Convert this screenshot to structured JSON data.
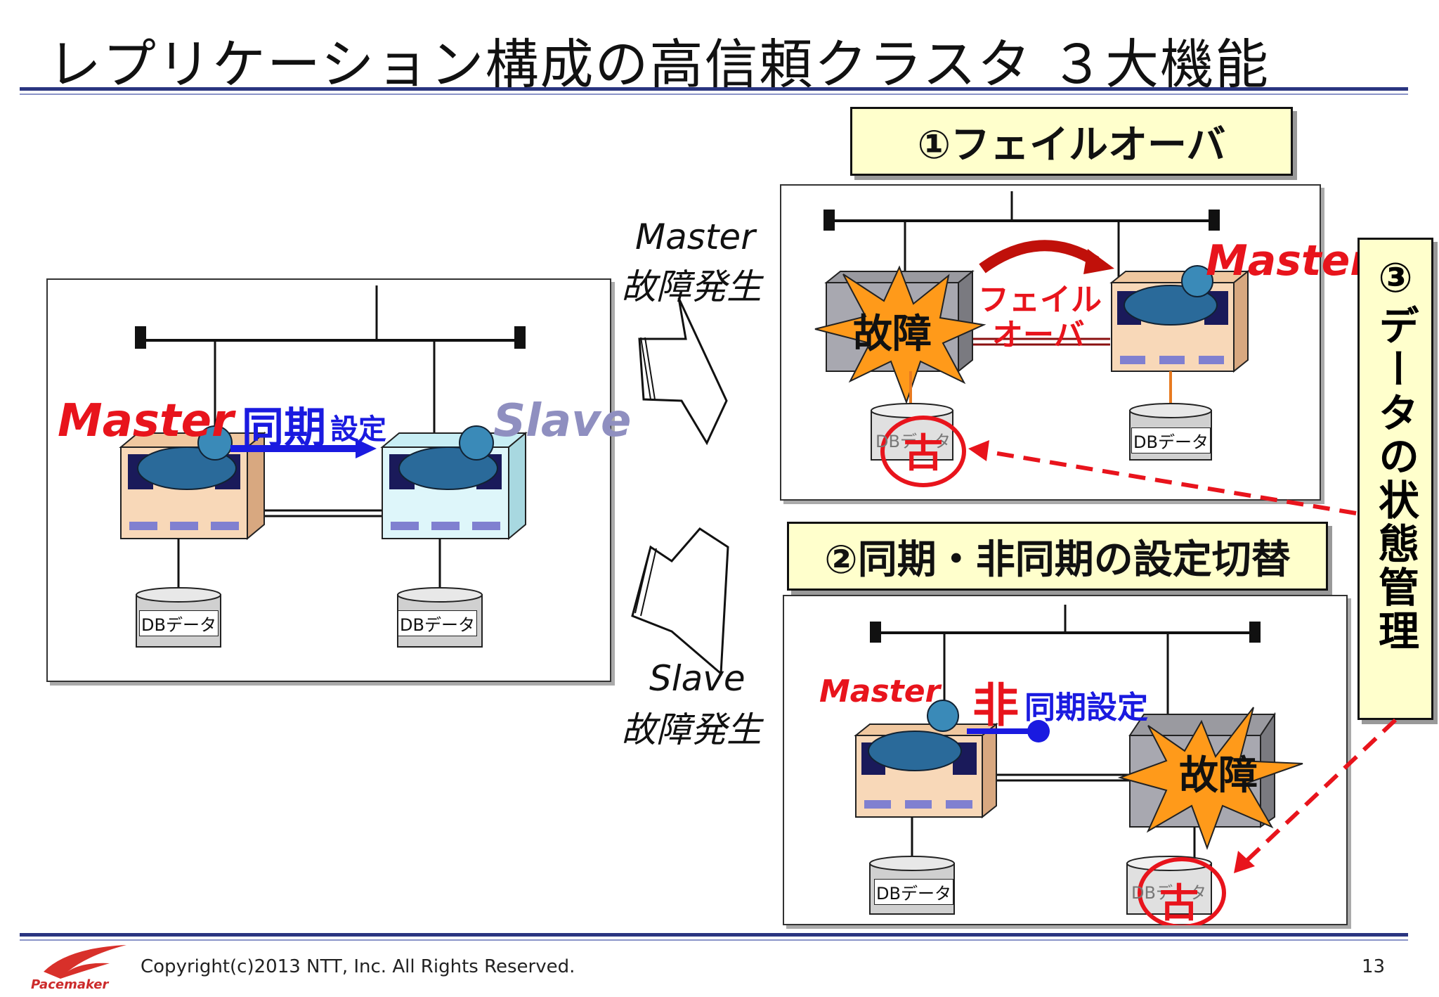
{
  "title": "レプリケーション構成の高信頼クラスタ ３大機能",
  "footer": {
    "copyright": "Copyright(c)2013 NTT, Inc. All Rights Reserved.",
    "page": "13",
    "logo": "Pacemaker"
  },
  "left_panel": {
    "master_label": "Master",
    "slave_label": "Slave",
    "sync_big": "同期",
    "sync_small": "設定",
    "db_label": "DBデータ"
  },
  "middle": {
    "top_line1": "Master",
    "top_line2": "故障発生",
    "bottom_line1": "Slave",
    "bottom_line2": "故障発生"
  },
  "feature1": {
    "label": "①フェイルオーバ",
    "failover_text_line1": "フェイル",
    "failover_text_line2": "オーバ",
    "fault": "故障",
    "master_label": "Master",
    "old": "古",
    "db_label": "DBデータ"
  },
  "feature2": {
    "label": "②同期・非同期の設定切替",
    "master_label": "Master",
    "async_big": "非",
    "async_small": "同期設定",
    "fault": "故障",
    "old": "古",
    "db_label": "DBデータ"
  },
  "feature3": {
    "label": "③データの状態管理"
  },
  "colors": {
    "red": "#e8141c",
    "blue": "#1a1ae0",
    "slave_purple": "#8f8fc0",
    "accent_rule": "#2a3580",
    "box_yellow": "#ffffcc"
  }
}
